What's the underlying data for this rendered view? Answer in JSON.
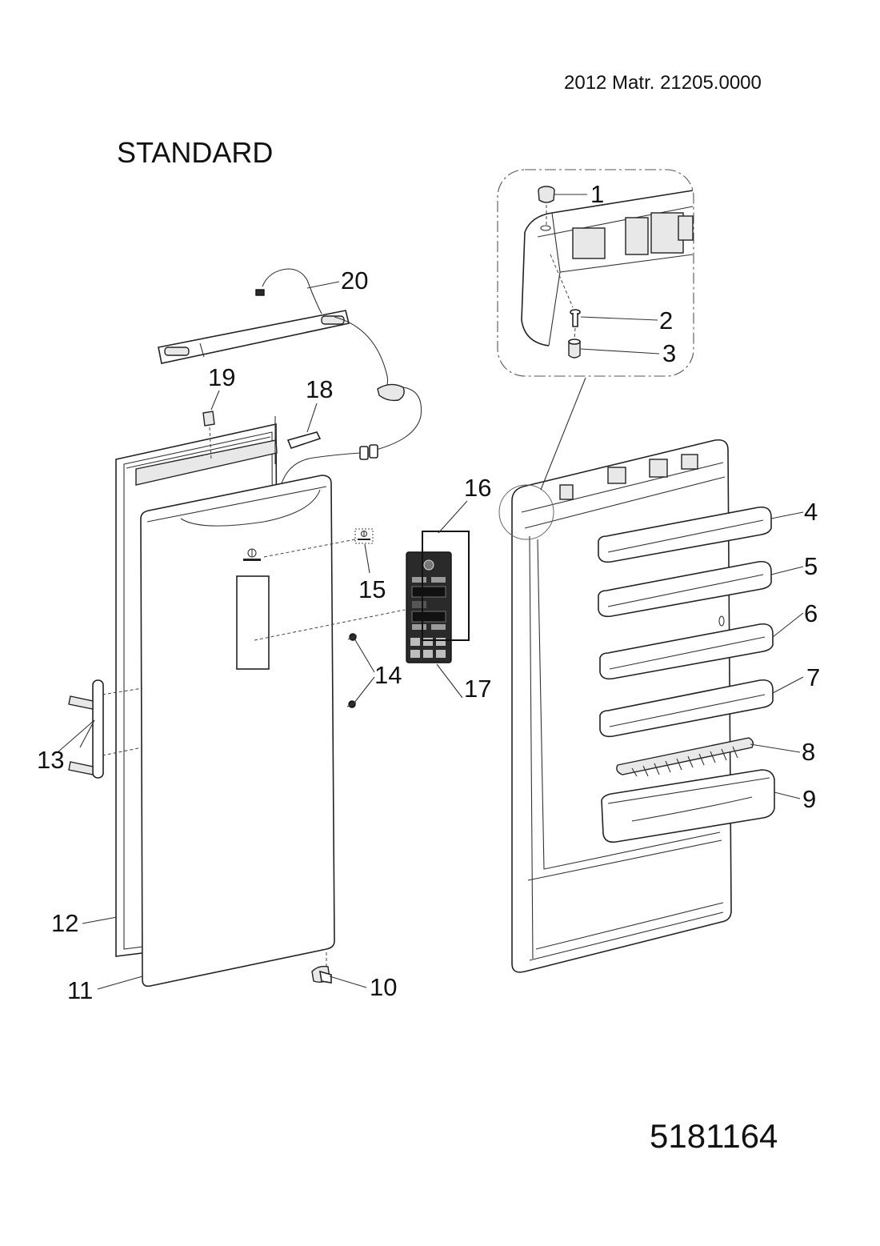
{
  "header": {
    "matr_text": "2012 Matr. 21205.0000",
    "variant_label": "STANDARD",
    "diagram_code": "5181164"
  },
  "callouts": [
    {
      "id": "1",
      "label": "1"
    },
    {
      "id": "2",
      "label": "2"
    },
    {
      "id": "3",
      "label": "3"
    },
    {
      "id": "4",
      "label": "4"
    },
    {
      "id": "5",
      "label": "5"
    },
    {
      "id": "6",
      "label": "6"
    },
    {
      "id": "7",
      "label": "7"
    },
    {
      "id": "8",
      "label": "8"
    },
    {
      "id": "9",
      "label": "9"
    },
    {
      "id": "10",
      "label": "10"
    },
    {
      "id": "11",
      "label": "11"
    },
    {
      "id": "12",
      "label": "12"
    },
    {
      "id": "13",
      "label": "13"
    },
    {
      "id": "14",
      "label": "14"
    },
    {
      "id": "15",
      "label": "15"
    },
    {
      "id": "16",
      "label": "16"
    },
    {
      "id": "17",
      "label": "17"
    },
    {
      "id": "18",
      "label": "18"
    },
    {
      "id": "19",
      "label": "19"
    },
    {
      "id": "20",
      "label": "20"
    }
  ]
}
